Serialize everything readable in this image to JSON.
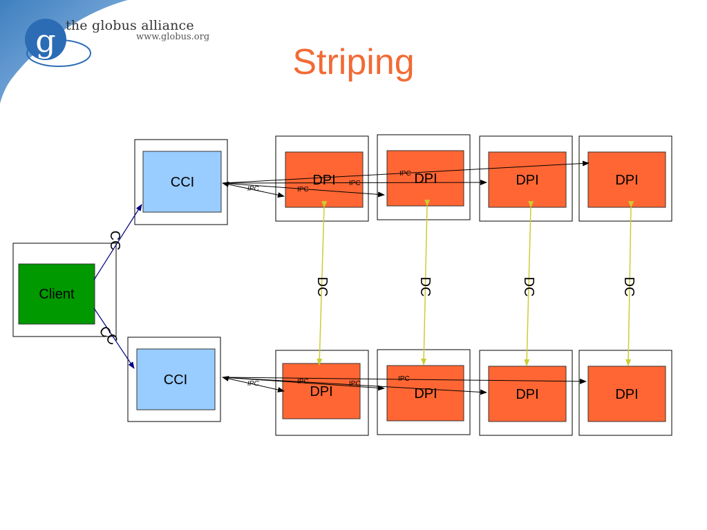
{
  "header": {
    "logo_letter": "g",
    "org_name": "the globus alliance",
    "org_url": "www.globus.org"
  },
  "slide": {
    "title": "Striping"
  },
  "colors": {
    "title": "#f26a35",
    "client_fill": "#009900",
    "cci_fill": "#99ccff",
    "dpi_fill": "#ff6633",
    "cc_arrow": "#000080",
    "dc_arrow": "#cccc33",
    "ipc_arrow": "#000000"
  },
  "diagram": {
    "client": {
      "label": "Client"
    },
    "cci": [
      {
        "label": "CCI"
      },
      {
        "label": "CCI"
      }
    ],
    "dpi_top": [
      {
        "label": "DPI"
      },
      {
        "label": "DPI"
      },
      {
        "label": "DPI"
      },
      {
        "label": "DPI"
      }
    ],
    "dpi_bottom": [
      {
        "label": "DPI"
      },
      {
        "label": "DPI"
      },
      {
        "label": "DPI"
      },
      {
        "label": "DPI"
      }
    ],
    "cc_labels": [
      "CC",
      "CC"
    ],
    "dc_labels": [
      "DC",
      "DC",
      "DC",
      "DC"
    ],
    "ipc_top": [
      "IPC",
      "IPC",
      "IPC",
      "IPC"
    ],
    "ipc_bottom": [
      "IPC",
      "IPC",
      "IPC",
      "IPC"
    ]
  }
}
